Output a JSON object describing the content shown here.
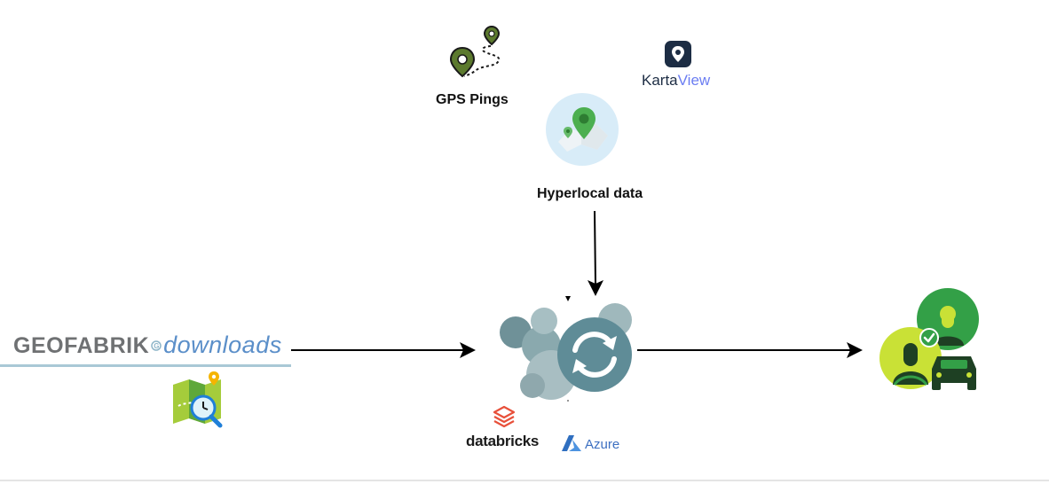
{
  "sources": {
    "gps_label": "GPS Pings",
    "hyperlocal_label": "Hyperlocal data",
    "karta_brand_part1": "Karta",
    "karta_brand_part2": "View",
    "geofabrik_brand": "GEOFABRIK",
    "geofabrik_downloads": "downloads"
  },
  "processing": {
    "databricks_label": "databricks",
    "azure_label": "Azure"
  },
  "icons": {
    "gps": "route-pins-icon",
    "karta": "karta-view-logo",
    "hyperlocal": "map-pin-icon",
    "geofabrik_map": "map-search-clock-icon",
    "processing": "sync-icon",
    "databricks": "databricks-logo",
    "azure": "azure-logo",
    "output": "verified-drivers-icon"
  },
  "colors": {
    "arrow": "#000000",
    "sync_blue": "#5f8c97",
    "bubble": "#7a9fa6",
    "green_dark": "#2e9a43",
    "green_light": "#c7df3b",
    "pin_green": "#5c7a2e"
  }
}
